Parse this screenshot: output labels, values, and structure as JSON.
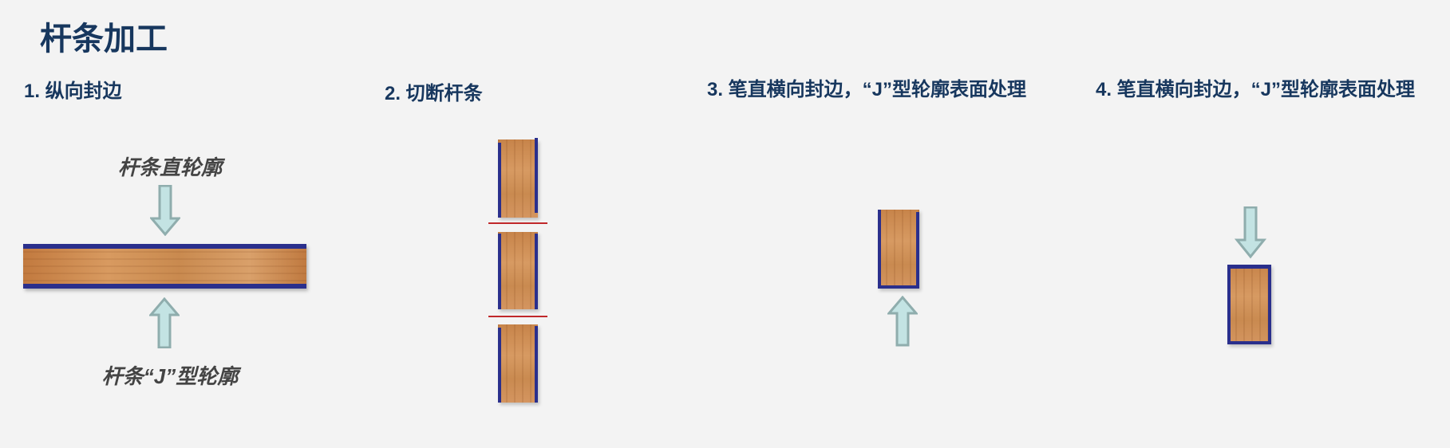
{
  "title": "杆条加工",
  "steps": [
    {
      "label": "1. 纵向封边",
      "top_annotation": "杆条直轮廓",
      "bottom_annotation": "杆条“J”型轮廓"
    },
    {
      "label": "2. 切断杆条"
    },
    {
      "label": "3. 笔直横向封边，“J”型轮廓表面处理"
    },
    {
      "label": "4. 笔直横向封边，“J”型轮廓表面处理"
    }
  ],
  "colors": {
    "text": "#17375e",
    "edge_band": "#2a2f8c",
    "cut_line": "#c0282a",
    "arrow_fill": "#c3e3e3",
    "arrow_stroke": "#8fadad"
  }
}
